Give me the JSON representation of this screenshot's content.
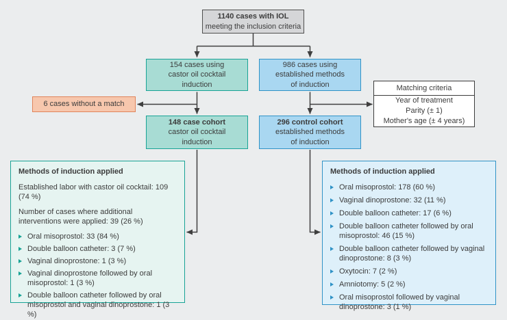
{
  "figure": {
    "type": "cohort-flowchart",
    "top_box": {
      "line1": "1140 cases with IOL",
      "line2": "meeting the inclusion criteria"
    },
    "castor_group_box": "154 cases using\ncastor oil cocktail\ninduction",
    "established_group_box": "986 cases using\nestablished methods\nof induction",
    "no_match_box": "6 cases without a match",
    "matching_criteria_box": {
      "title": "Matching criteria",
      "criteria": "Year of treatment\nParity (± 1)\nMother's age (± 4 years)"
    },
    "case_cohort_box": {
      "line1": "148 case cohort",
      "rest": "castor oil cocktail\ninduction"
    },
    "control_cohort_box": {
      "line1": "296 control cohort",
      "rest": "established methods\nof induction"
    },
    "methods_left": {
      "title": "Methods of induction applied",
      "para1": "Established labor with castor oil cocktail: 109 (74 %)",
      "para2": "Number of cases where additional interventions were applied: 39 (26 %)",
      "items": [
        "Oral misoprostol: 33 (84 %)",
        "Double balloon catheter: 3 (7 %)",
        "Vaginal dinoprostone: 1 (3 %)",
        "Vaginal dinoprostone followed by oral misoprostol: 1 (3 %)",
        "Double balloon catheter followed by oral misoprostol and vaginal dinoprostone: 1 (3 %)"
      ]
    },
    "methods_right": {
      "title": "Methods of induction applied",
      "items": [
        "Oral misoprostol: 178 (60 %)",
        "Vaginal dinoprostone: 32 (11 %)",
        "Double balloon catheter: 17 (6 %)",
        "Double balloon catheter followed by oral misoprostol: 46 (15 %)",
        "Double balloon catheter followed by vaginal dinoprostone: 8 (3 %)",
        "Oxytocin: 7 (2 %)",
        "Amniotomy: 5 (2 %)",
        "Oral misoprostol followed by vaginal dinoprostone: 3 (1 %)"
      ]
    },
    "colors": {
      "background": "#ebedee",
      "gray_fill": "#d5d6d8",
      "gray_border": "#4e4e4e",
      "teal_fill": "#a8dcd4",
      "teal_border": "#17a295",
      "teal_light_fill": "#e6f4f1",
      "blue_fill": "#a9d7f1",
      "blue_border": "#2f92c6",
      "blue_light_fill": "#def0fa",
      "salmon_fill": "#f7c7ad",
      "salmon_border": "#e0835a",
      "connector": "#3f3f3f",
      "text": "#3b3b3b"
    }
  }
}
